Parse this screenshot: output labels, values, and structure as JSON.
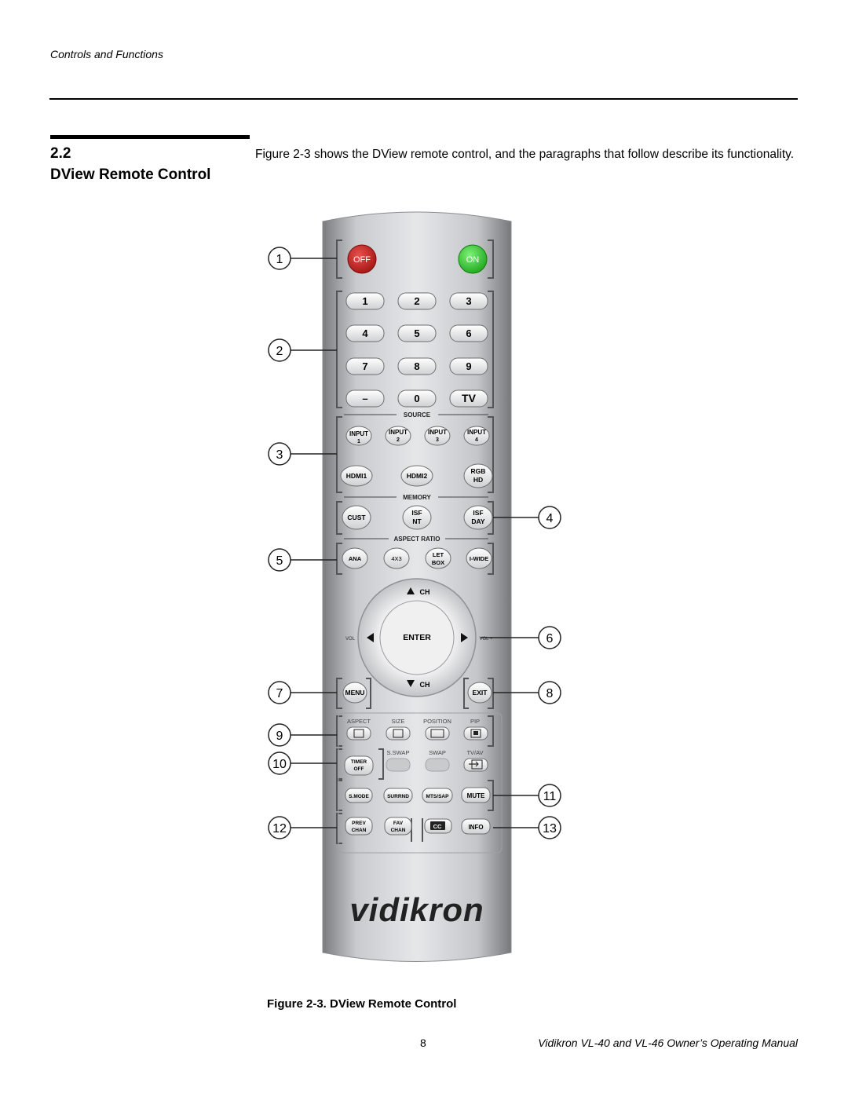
{
  "header": {
    "running_title": "Controls and Functions"
  },
  "section": {
    "number": "2.2",
    "title": "DView Remote Control",
    "intro": "Figure 2-3 shows the DView remote control, and the paragraphs that follow describe its functionality."
  },
  "figure": {
    "caption": "Figure 2-3. DView Remote Control",
    "callouts": [
      "1",
      "2",
      "3",
      "4",
      "5",
      "6",
      "7",
      "8",
      "9",
      "10",
      "11",
      "12",
      "13"
    ],
    "remote": {
      "power": {
        "off": "OFF",
        "on": "ON",
        "off_color": "#c8201e",
        "on_color": "#2ec82a"
      },
      "keypad": [
        "1",
        "2",
        "3",
        "4",
        "5",
        "6",
        "7",
        "8",
        "9",
        "–",
        "0",
        "TV"
      ],
      "source_label": "SOURCE",
      "inputs": [
        {
          "line1": "INPUT",
          "line2": "1"
        },
        {
          "line1": "INPUT",
          "line2": "2"
        },
        {
          "line1": "INPUT",
          "line2": "3"
        },
        {
          "line1": "INPUT",
          "line2": "4"
        }
      ],
      "hdmi1": "HDMI1",
      "hdmi2": "HDMI2",
      "rgb": {
        "line1": "RGB",
        "line2": "HD"
      },
      "memory_label": "MEMORY",
      "cust": "CUST",
      "isf_nt": {
        "line1": "ISF",
        "line2": "NT"
      },
      "isf_day": {
        "line1": "ISF",
        "line2": "DAY"
      },
      "aspect_ratio_label": "ASPECT RATIO",
      "ana": "ANA",
      "four_by_three": "4X3",
      "letbox": {
        "line1": "LET",
        "line2": "BOX"
      },
      "iwide": "I-WIDE",
      "ch_up": "CH",
      "ch_down": "CH",
      "enter": "ENTER",
      "vol_minus": "VOL",
      "vol_plus": "VOL +",
      "menu": "MENU",
      "exit": "EXIT",
      "func_labels": [
        "ASPECT",
        "SIZE",
        "POSITION",
        "PIP"
      ],
      "func_labels2": [
        "S.SWAP",
        "SWAP",
        "TV/AV"
      ],
      "timer": {
        "line1": "TIMER",
        "line2": "OFF"
      },
      "smode": "S.MODE",
      "surrnd": "SURRND",
      "mtssap": "MTS/SAP",
      "mute": "MUTE",
      "prevchan": {
        "line1": "PREV",
        "line2": "CHAN"
      },
      "favchan": {
        "line1": "FAV",
        "line2": "CHAN"
      },
      "cc": "CC",
      "info": "INFO",
      "brand": "vidikron"
    }
  },
  "footer": {
    "page_number": "8",
    "manual_title": "Vidikron VL-40 and VL-46 Owner’s Operating Manual"
  }
}
